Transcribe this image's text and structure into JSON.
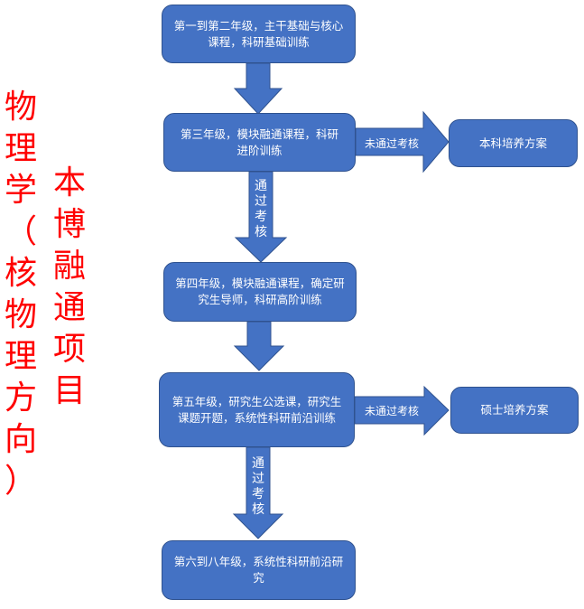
{
  "title_left": {
    "column1": [
      "物",
      "理",
      "学",
      "（",
      "核",
      "物",
      "理",
      "方",
      "向",
      "）"
    ],
    "column2": [
      "本",
      "博",
      "融",
      "通",
      "项",
      "目"
    ],
    "color": "#ff0000"
  },
  "colors": {
    "box_fill": "#4472c4",
    "box_border": "#2f528f",
    "text": "#ffffff"
  },
  "steps": [
    {
      "text": "第一到第二年级，主干基础与核心课程，科研基础训练"
    },
    {
      "text": "第三年级，模块融通课程，科研进阶训练"
    },
    {
      "text": "第四年级，模块融通课程，确定研究生导师，科研高阶训练"
    },
    {
      "text": "第五年级，研究生公选课，研究生课题开题，系统性科研前沿训练"
    },
    {
      "text": "第六到八年级，系统性科研前沿研究"
    }
  ],
  "exits": [
    {
      "arrow_label": "未通过考核",
      "target": "本科培养方案"
    },
    {
      "arrow_label": "未通过考核",
      "target": "硕士培养方案"
    }
  ],
  "pass_labels": [
    [
      "通",
      "过",
      "考",
      "核"
    ],
    [
      "通",
      "过",
      "考",
      "核"
    ]
  ]
}
